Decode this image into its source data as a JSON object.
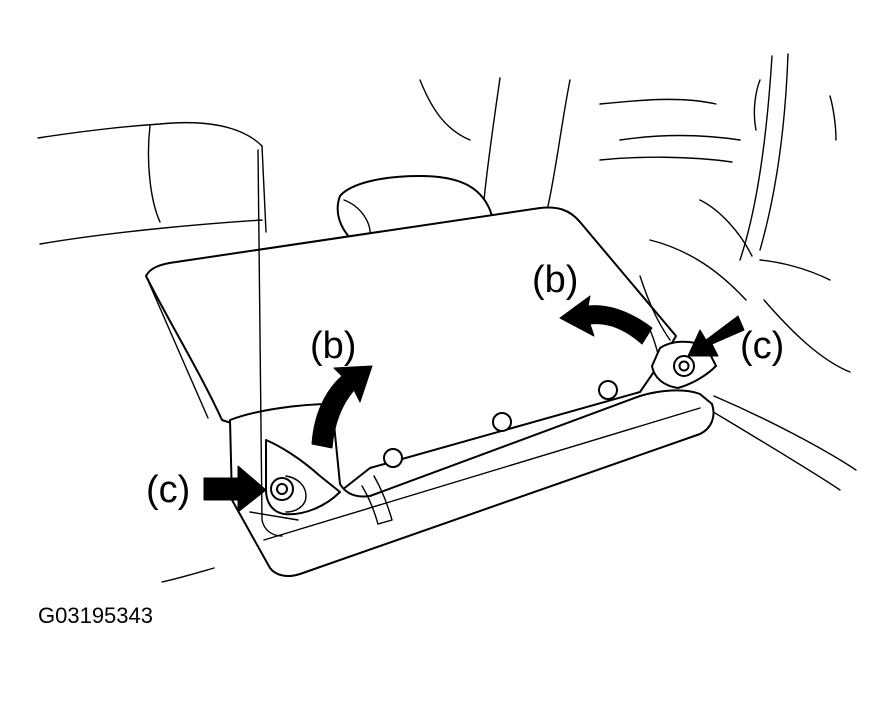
{
  "labels": {
    "b_left": "(b)",
    "b_right": "(b)",
    "c_left": "(c)",
    "c_right": "(c)"
  },
  "figure_code": "G03195343",
  "colors": {
    "ink": "#000000",
    "paper": "#ffffff"
  }
}
